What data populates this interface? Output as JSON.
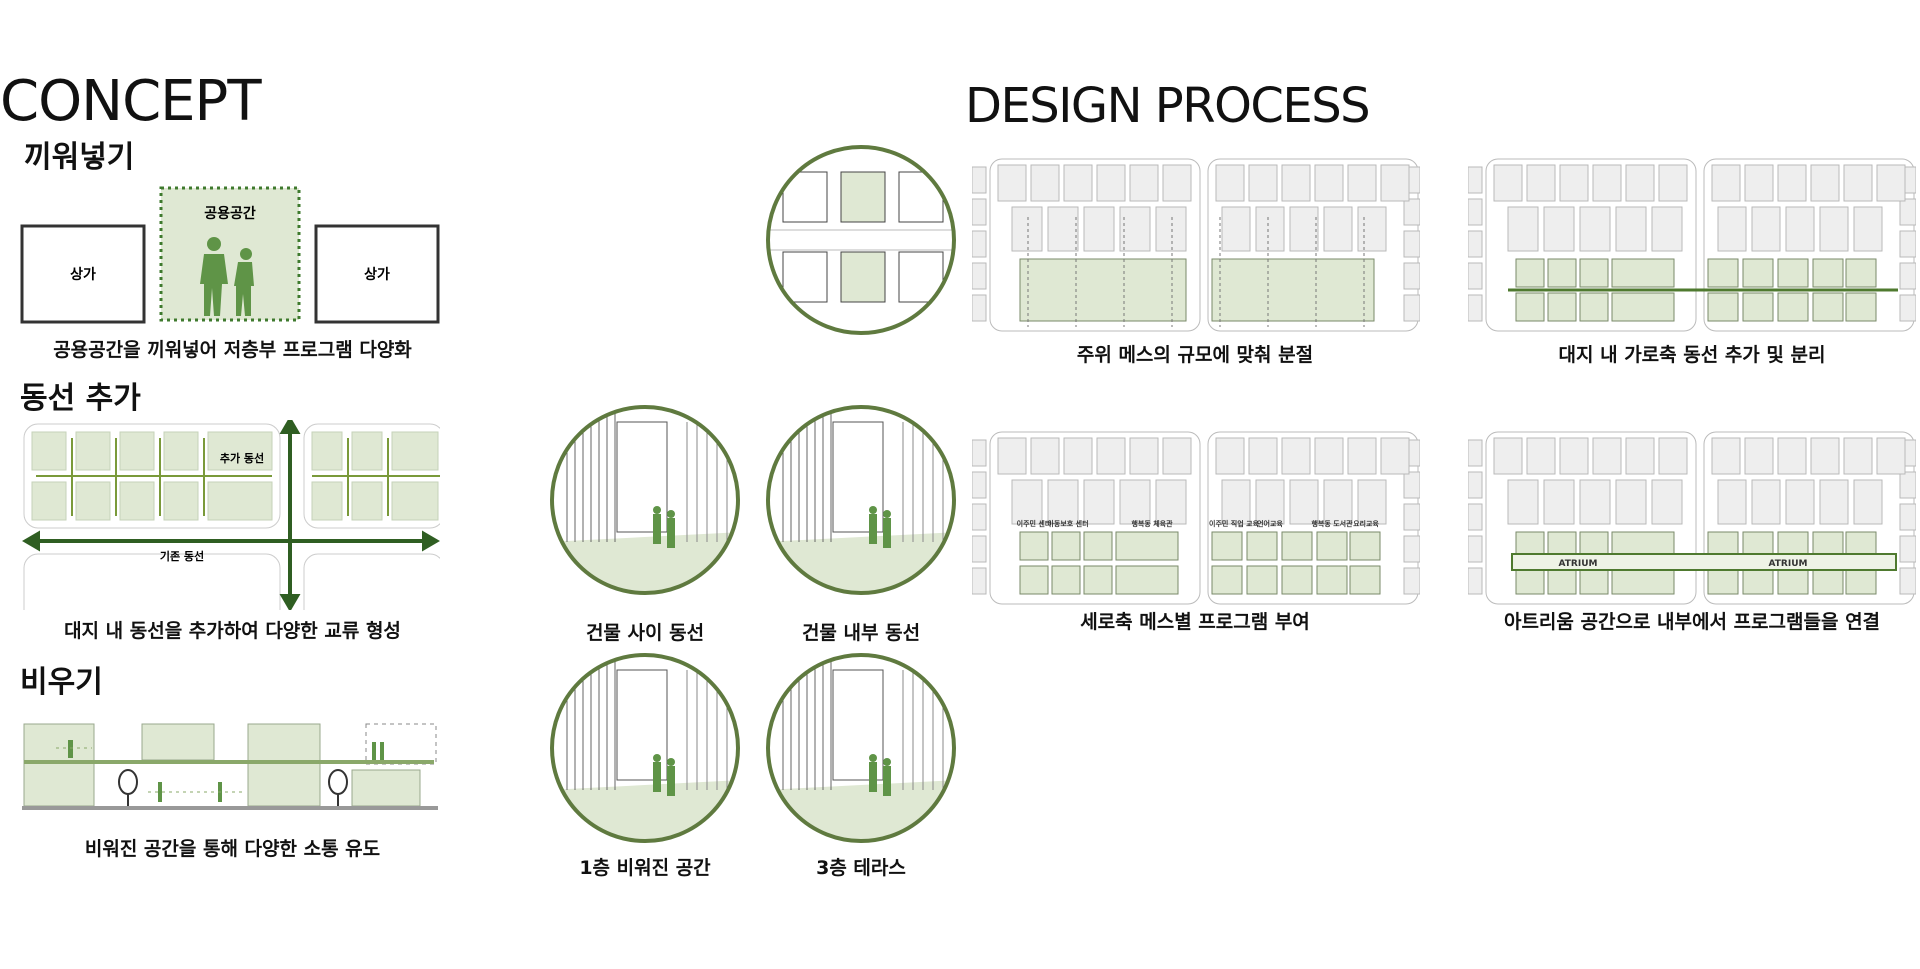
{
  "concept": {
    "title": "CONCEPT",
    "sections": [
      {
        "heading": "끼워넣기",
        "caption": "공용공간을 끼워넣어 저층부 프로그램 다양화",
        "labels": {
          "left_box": "상가",
          "center_box": "공용공간",
          "right_box": "상가"
        }
      },
      {
        "heading": "동선 추가",
        "caption": "대지 내 동선을 추가하여 다양한 교류 형성",
        "labels": {
          "added_path": "추가 동선",
          "existing_path": "기존 동선"
        }
      },
      {
        "heading": "비우기",
        "caption": "비워진 공간을 통해 다양한 소통 유도"
      }
    ]
  },
  "perspectives": [
    {
      "caption": "건물 사이 동선"
    },
    {
      "caption": "건물 내부 동선"
    },
    {
      "caption": "1층 비워진 공간"
    },
    {
      "caption": "3층 테라스"
    }
  ],
  "design_process": {
    "title": "DESIGN PROCESS",
    "steps": [
      {
        "caption": "주위 메스의 규모에 맞춰 분절"
      },
      {
        "caption": "대지 내 가로축 동선 추가 및 분리"
      },
      {
        "caption": "세로축 메스별 프로그램 부여",
        "programs": [
          "이주민 센터",
          "아동보호 센터",
          "행복동 체육관",
          "이주민 직업 교육",
          "언어교육",
          "행복동 도서관",
          "요리교육"
        ]
      },
      {
        "caption": "아트리움 공간으로 내부에서 프로그램들을 연결",
        "labels": [
          "ATRIUM",
          "ATRIUM"
        ]
      }
    ]
  },
  "colors": {
    "green_fill": "#dfe8d3",
    "green_line": "#5b8a3c",
    "dark_green": "#2f5e22",
    "gray_block": "#eeeeee",
    "gray_line": "#b9b9b9"
  }
}
